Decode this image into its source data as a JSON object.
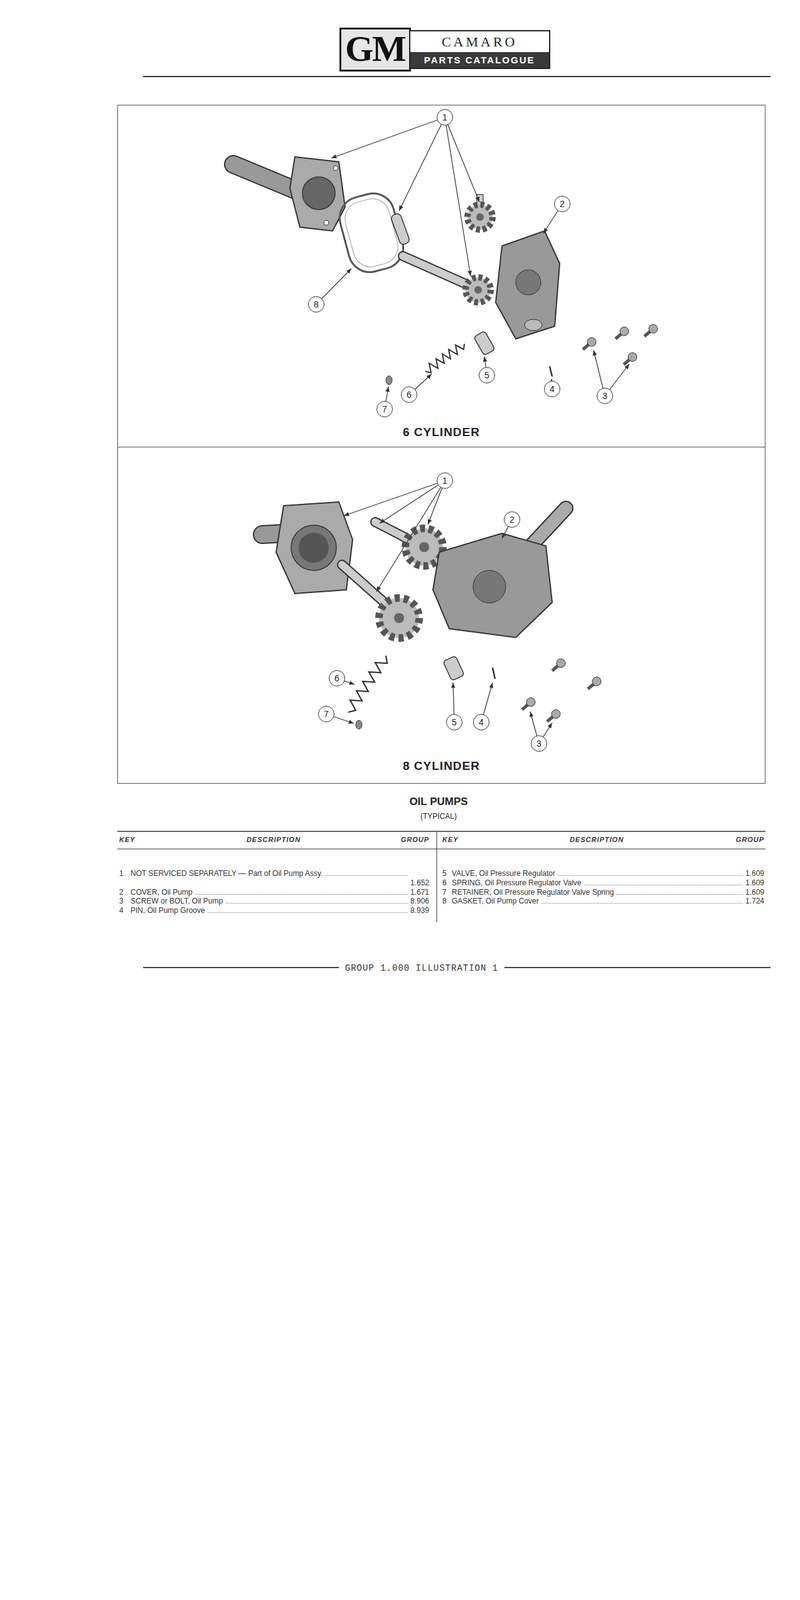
{
  "diagram": {
    "caption": "OIL PUMPS",
    "nodes": [
      {
        "text": [
          "GM"
        ]
      },
      {
        "text": [
          "CAMARO",
          "PARTS CATALOGUE"
        ]
      },
      {
        "text": [
          "6 CYLINDER"
        ]
      },
      {
        "text": [
          "1"
        ],
        "in": 2
      },
      {
        "text": [
          "2"
        ],
        "in": 2
      },
      {
        "text": [
          "8"
        ],
        "in": 2
      },
      {
        "text": [
          "5"
        ],
        "in": 2
      },
      {
        "text": [
          "6"
        ],
        "in": 2
      },
      {
        "text": [
          "7"
        ],
        "in": 2
      },
      {
        "text": [
          "4"
        ],
        "in": 2
      },
      {
        "text": [
          "3"
        ],
        "in": 2
      },
      {
        "text": [
          "8 CYLINDER"
        ]
      },
      {
        "text": [
          "1"
        ],
        "in": 11
      },
      {
        "text": [
          "2"
        ],
        "in": 11
      },
      {
        "text": [
          "6"
        ],
        "in": 11
      },
      {
        "text": [
          "7"
        ],
        "in": 11
      },
      {
        "text": [
          "5"
        ],
        "in": 11
      },
      {
        "text": [
          "4"
        ],
        "in": 11
      },
      {
        "text": [
          "3"
        ],
        "in": 11
      }
    ],
    "labels": [
      "(TYPICAL)",
      "KEY",
      "DESCRIPTION",
      "GROUP",
      "KEY",
      "DESCRIPTION",
      "GROUP",
      "1",
      "NOT SERVICED SEPARATELY — Part of Oil Pump Assy.",
      "1.652",
      "2",
      "COVER, Oil Pump",
      "1.671",
      "3",
      "SCREW or BOLT, Oil Pump",
      "8.906",
      "4",
      "PIN, Oil Pump Groove",
      "8.939",
      "5",
      "VALVE, Oil Pressure Regulator",
      "1.609",
      "6",
      "SPRING, Oil Pressure Regulator Valve",
      "1.609",
      "7",
      "RETAINER, Oil Pressure Regulator Valve Spring",
      "1.609",
      "8",
      "GASKET, Oil Pump Cover",
      "1.724",
      "GROUP 1.000 ILLUSTRATION 1"
    ]
  }
}
